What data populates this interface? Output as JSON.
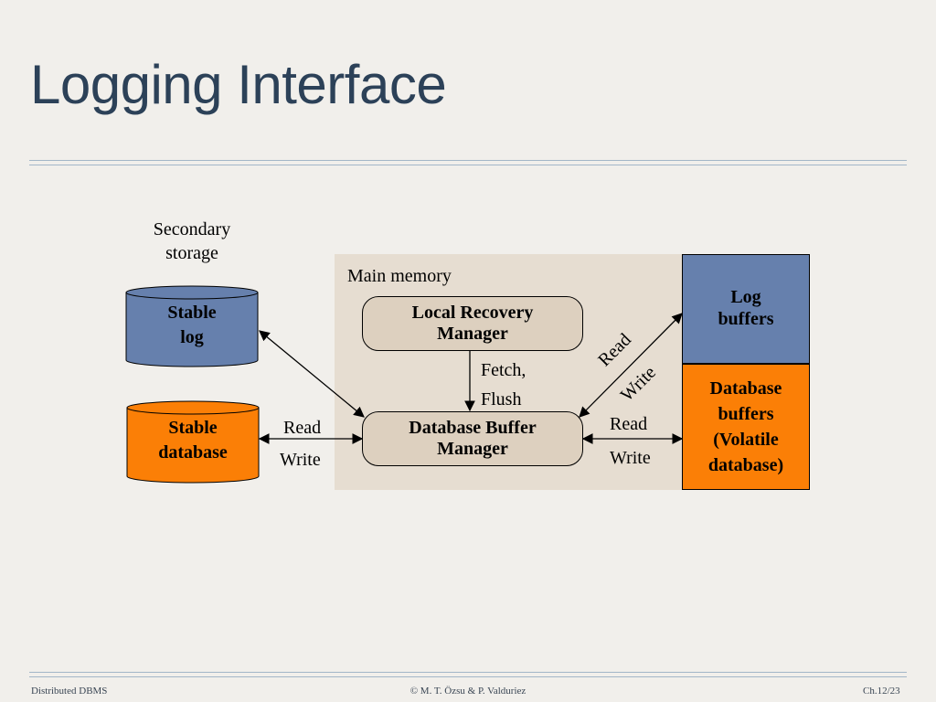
{
  "slide": {
    "title": "Logging Interface",
    "footer_left": "Distributed DBMS",
    "footer_center": "© M. T. Özsu & P. Valduriez",
    "footer_right": "Ch.12/23"
  },
  "diagram": {
    "secondary_storage_label": "Secondary storage",
    "main_memory_label": "Main memory",
    "stable_log": "Stable log",
    "stable_database": "Stable database",
    "local_recovery_manager": "Local Recovery Manager",
    "database_buffer_manager": "Database Buffer Manager",
    "log_buffers": "Log buffers",
    "database_buffers": "Database buffers (Volatile database)",
    "fetch_flush": "Fetch, Flush",
    "read_left": "Read",
    "write_left": "Write",
    "read_right": "Read",
    "write_right": "Write",
    "read_diag": "Read",
    "write_diag": "Write"
  },
  "colors": {
    "log_blue": "#6680ad",
    "orange": "#fb7f06",
    "pill": "#ddd0bf",
    "panel": "#e6ddd1",
    "title": "#2c4158"
  }
}
